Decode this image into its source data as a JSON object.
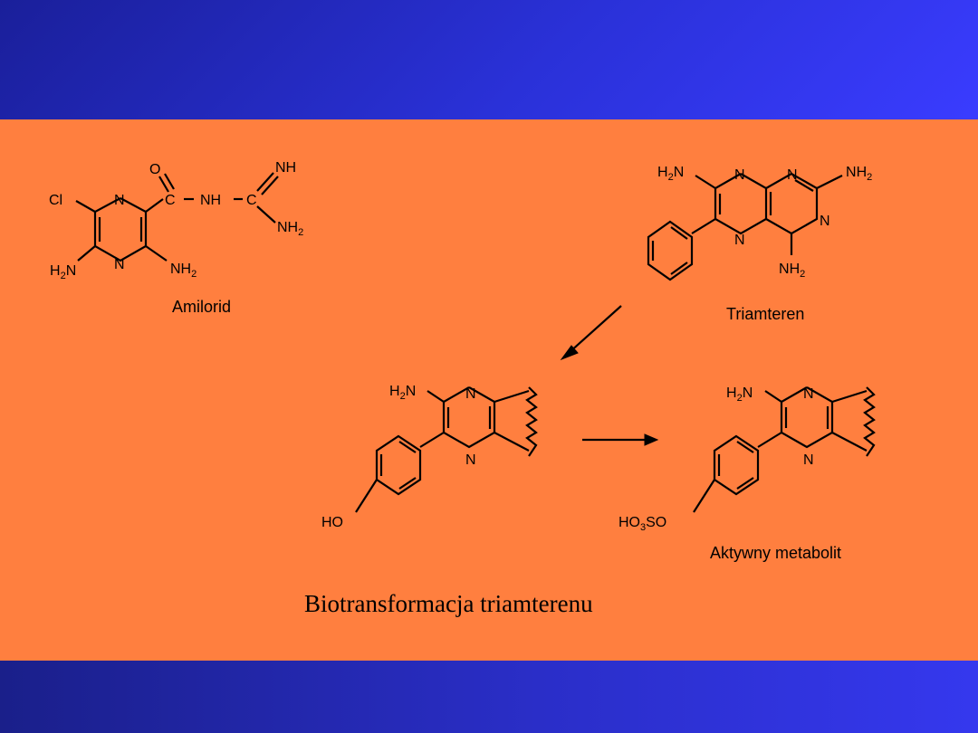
{
  "slide": {
    "caption": "Biotransformacja triamterenu",
    "colors": {
      "band": "#2a31d8",
      "panel": "#ff7f3f",
      "ink": "#000000"
    }
  },
  "amilorid": {
    "name": "Amilorid",
    "atoms": {
      "cl": "Cl",
      "n": "N",
      "o": "O",
      "c": "C",
      "nh": "NH",
      "dash": "–",
      "h": "H",
      "n_letter": "N",
      "two": "2"
    }
  },
  "triamteren": {
    "name": "Triamteren",
    "atoms": {
      "n": "N",
      "h": "H",
      "two": "2"
    }
  },
  "hydroxy": {
    "atoms": {
      "n": "N",
      "h": "H",
      "two": "2",
      "ho": "HO"
    }
  },
  "metabolit": {
    "name": "Aktywny metabolit",
    "atoms": {
      "n": "N",
      "h": "H",
      "two": "2",
      "ho": "HO",
      "three": "3",
      "so": "SO"
    }
  }
}
